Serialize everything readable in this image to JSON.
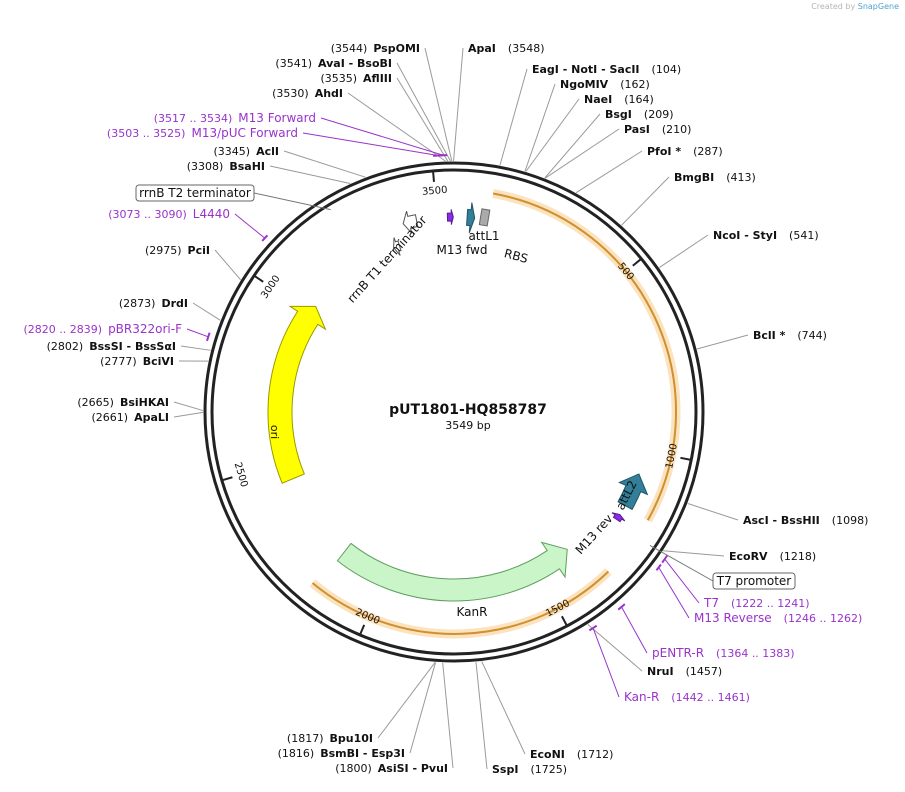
{
  "credit": {
    "prefix": "Created by",
    "brand": "SnapGene"
  },
  "plasmid": {
    "name": "pUT1801-HQ858787",
    "length_label": "3549 bp",
    "total_bp": 3549
  },
  "ticks": [
    {
      "bp": 500,
      "label": "500"
    },
    {
      "bp": 1000,
      "label": "1000"
    },
    {
      "bp": 1500,
      "label": "1500"
    },
    {
      "bp": 2000,
      "label": "2000"
    },
    {
      "bp": 2500,
      "label": "2500"
    },
    {
      "bp": 3000,
      "label": "3000"
    },
    {
      "bp": 3500,
      "label": "3500"
    }
  ],
  "enzymes": [
    {
      "bp": 3544,
      "pos": "(3544)",
      "name": "PspOMI",
      "note": ""
    },
    {
      "bp": 3548,
      "pos": "(3548)",
      "name": "ApaI",
      "note": ""
    },
    {
      "bp": 3541,
      "pos": "(3541)",
      "name": "AvaI  - BsoBI",
      "note": ""
    },
    {
      "bp": 3535,
      "pos": "(3535)",
      "name": "AflIII",
      "note": ""
    },
    {
      "bp": 3530,
      "pos": "(3530)",
      "name": "AhdI",
      "note": ""
    },
    {
      "bp": 104,
      "pos": "(104)",
      "name": "EagI  - NotI  - SacII",
      "note": ""
    },
    {
      "bp": 162,
      "pos": "(162)",
      "name": "NgoMIV",
      "note": ""
    },
    {
      "bp": 164,
      "pos": "(164)",
      "name": "NaeI",
      "note": ""
    },
    {
      "bp": 209,
      "pos": "(209)",
      "name": "BsgI",
      "note": ""
    },
    {
      "bp": 210,
      "pos": "(210)",
      "name": "PasI",
      "note": ""
    },
    {
      "bp": 287,
      "pos": "(287)",
      "name": "PfoI *",
      "note": ""
    },
    {
      "bp": 413,
      "pos": "(413)",
      "name": "BmgBI",
      "note": ""
    },
    {
      "bp": 541,
      "pos": "(541)",
      "name": "NcoI  - StyI",
      "note": ""
    },
    {
      "bp": 744,
      "pos": "(744)",
      "name": "BclI *",
      "note": ""
    },
    {
      "bp": 1098,
      "pos": "(1098)",
      "name": "AscI  - BssHII",
      "note": ""
    },
    {
      "bp": 1218,
      "pos": "(1218)",
      "name": "EcoRV",
      "note": ""
    },
    {
      "bp": 1457,
      "pos": "(1457)",
      "name": "NruI",
      "note": ""
    },
    {
      "bp": 1712,
      "pos": "(1712)",
      "name": "EcoNI",
      "note": ""
    },
    {
      "bp": 1725,
      "pos": "(1725)",
      "name": "SspI",
      "note": ""
    },
    {
      "bp": 1800,
      "pos": "(1800)",
      "name": "AsiSI  - PvuI",
      "note": ""
    },
    {
      "bp": 1816,
      "pos": "(1816)",
      "name": "BsmBI  - Esp3I",
      "note": ""
    },
    {
      "bp": 1817,
      "pos": "(1817)",
      "name": "Bpu10I",
      "note": ""
    },
    {
      "bp": 2661,
      "pos": "(2661)",
      "name": "ApaLI",
      "note": ""
    },
    {
      "bp": 2665,
      "pos": "(2665)",
      "name": "BsiHKAI",
      "note": ""
    },
    {
      "bp": 2777,
      "pos": "(2777)",
      "name": "BciVI",
      "note": ""
    },
    {
      "bp": 2802,
      "pos": "(2802)",
      "name": "BssSI  - BssSαI",
      "note": ""
    },
    {
      "bp": 2873,
      "pos": "(2873)",
      "name": "DrdI",
      "note": ""
    },
    {
      "bp": 2975,
      "pos": "(2975)",
      "name": "PciI",
      "note": ""
    },
    {
      "bp": 3308,
      "pos": "(3308)",
      "name": "BsaHI",
      "note": ""
    },
    {
      "bp": 3345,
      "pos": "(3345)",
      "name": "AclI",
      "note": ""
    }
  ],
  "primers": [
    {
      "start": 3517,
      "end": 3534,
      "range": "(3517 .. 3534)",
      "name": "M13 Forward"
    },
    {
      "start": 3503,
      "end": 3525,
      "range": "(3503 .. 3525)",
      "name": "M13/pUC Forward"
    },
    {
      "start": 3073,
      "end": 3090,
      "range": "(3073 .. 3090)",
      "name": "L4440"
    },
    {
      "start": 2820,
      "end": 2839,
      "range": "(2820 .. 2839)",
      "name": "pBR322ori-F"
    },
    {
      "start": 1222,
      "end": 1241,
      "range": "(1222 .. 1241)",
      "name": "T7"
    },
    {
      "start": 1246,
      "end": 1262,
      "range": "(1246 .. 1262)",
      "name": "M13 Reverse"
    },
    {
      "start": 1364,
      "end": 1383,
      "range": "(1364 .. 1383)",
      "name": "pENTR-R"
    },
    {
      "start": 1442,
      "end": 1461,
      "range": "(1442 .. 1461)",
      "name": "Kan-R"
    }
  ],
  "boxed_features": [
    {
      "name": "rrnB T2 terminator",
      "bp": 3240
    },
    {
      "name": "T7 promoter",
      "bp": 1225
    }
  ],
  "features": [
    {
      "name": "attL1",
      "start": 38,
      "end": 60
    },
    {
      "name": "M13 fwd",
      "start": 3530,
      "end": 3547
    },
    {
      "name": "RBS",
      "start": 90,
      "end": 100
    },
    {
      "name": "rrnB T1 terminator",
      "start": 3350,
      "end": 3440
    },
    {
      "name": "attL2",
      "start": 1070,
      "end": 1170
    },
    {
      "name": "M13 rev",
      "start": 1200,
      "end": 1217
    },
    {
      "name": "KanR",
      "start": 1355,
      "end": 2150
    },
    {
      "name": "ori",
      "start": 2440,
      "end": 3030
    }
  ],
  "colors": {
    "enzyme_line": "#9a9a9a",
    "primer": "#9933cc",
    "feature_arrow": "#337f99",
    "kanr_fill": "#c9f5c9",
    "ori_fill": "#ffff00",
    "terminator_fill": "#ffffff",
    "orange_arc": "#f0a23c",
    "orange_glow": "#fbe3bf",
    "rbs_fill": "#aaaaaa"
  }
}
